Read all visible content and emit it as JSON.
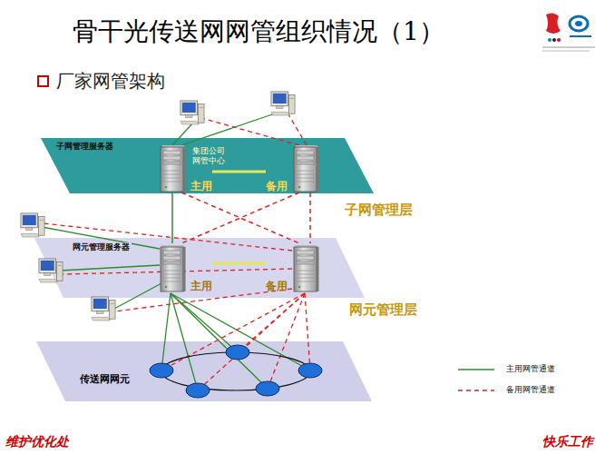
{
  "diagram": {
    "title": "骨干光传送网网管组织情况（1）",
    "nodes": [
      {
        "text": [
          "子网管理服务器",
          "集团公司 网管中心",
          "子网管理层"
        ]
      },
      {
        "text": [
          "主用"
        ],
        "in": 0
      },
      {
        "text": [
          "备用"
        ],
        "in": 0
      },
      {
        "text": [
          "网元管理服务器",
          "网元管理层"
        ]
      },
      {
        "text": [
          "主用"
        ],
        "in": 3
      },
      {
        "text": [
          "备用"
        ],
        "in": 3
      },
      {
        "text": [
          "传送网网元"
        ]
      }
    ],
    "edges": [
      {
        "from": 1,
        "to": 2,
        "arrow": "none"
      },
      {
        "from": 1,
        "to": 4,
        "arrow": "none"
      },
      {
        "from": 1,
        "to": 5,
        "arrow": "none"
      },
      {
        "from": 2,
        "to": 4,
        "arrow": "none"
      },
      {
        "from": 2,
        "to": 5,
        "arrow": "none"
      },
      {
        "from": 4,
        "to": 5,
        "arrow": "none"
      }
    ],
    "labels": [
      "厂家网管架构",
      "维护优化处",
      "快乐工作"
    ],
    "legend": [
      {
        "text": "主用网管通道"
      },
      {
        "text": "备用网管通道"
      }
    ]
  }
}
